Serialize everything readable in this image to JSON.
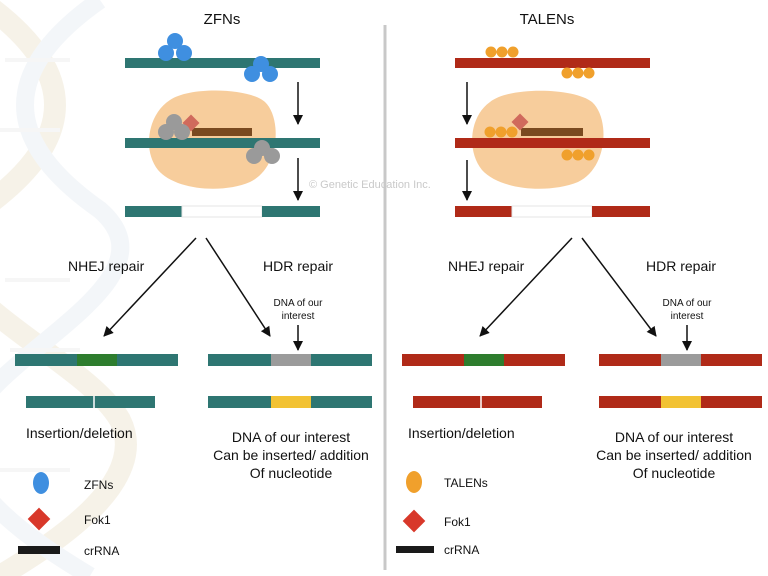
{
  "titles": {
    "left": "ZFNs",
    "right": "TALENs"
  },
  "watermark": "© Genetic Education Inc.",
  "repair": {
    "nhej": "NHEJ repair",
    "hdr": "HDR repair",
    "dna_interest_line1": "DNA of our",
    "dna_interest_line2": "interest",
    "indel": "Insertion/deletion",
    "hdr_result": [
      "DNA of our interest",
      "Can be inserted/ addition",
      "Of nucleotide"
    ]
  },
  "legend": {
    "left": {
      "nuclease": "ZFNs",
      "fok1": "Fok1",
      "crrna": "crRNA"
    },
    "right": {
      "nuclease": "TALENs",
      "fok1": "Fok1",
      "crrna": "crRNA"
    }
  },
  "icons": {
    "zfn": "zfn-icon",
    "talen": "talen-icon",
    "fok1": "fok1-icon",
    "crrna": "crrna-icon",
    "cleavage_complex": "cleavage-complex-icon",
    "helix_background": "dna-helix-background-icon"
  },
  "colors": {
    "zfn_dna": "#2e7672",
    "talen_dna": "#b02a18",
    "zfn_protein": "#3f8fe0",
    "talen_protein": "#f0a02c",
    "fok1": "#d8382a",
    "fok1_in_complex": "#d06a5c",
    "crrna": "#1a1a1a",
    "complex_blob": "#f6c48b",
    "inactive_zfn": "#9a9a9a",
    "nhej_insert": "#2e7d2e",
    "hdr_template": "#9b9b9b",
    "hdr_insert": "#f2c233",
    "divider": "#c8c8c8",
    "crrna_in_complex": "#7a4a20"
  }
}
